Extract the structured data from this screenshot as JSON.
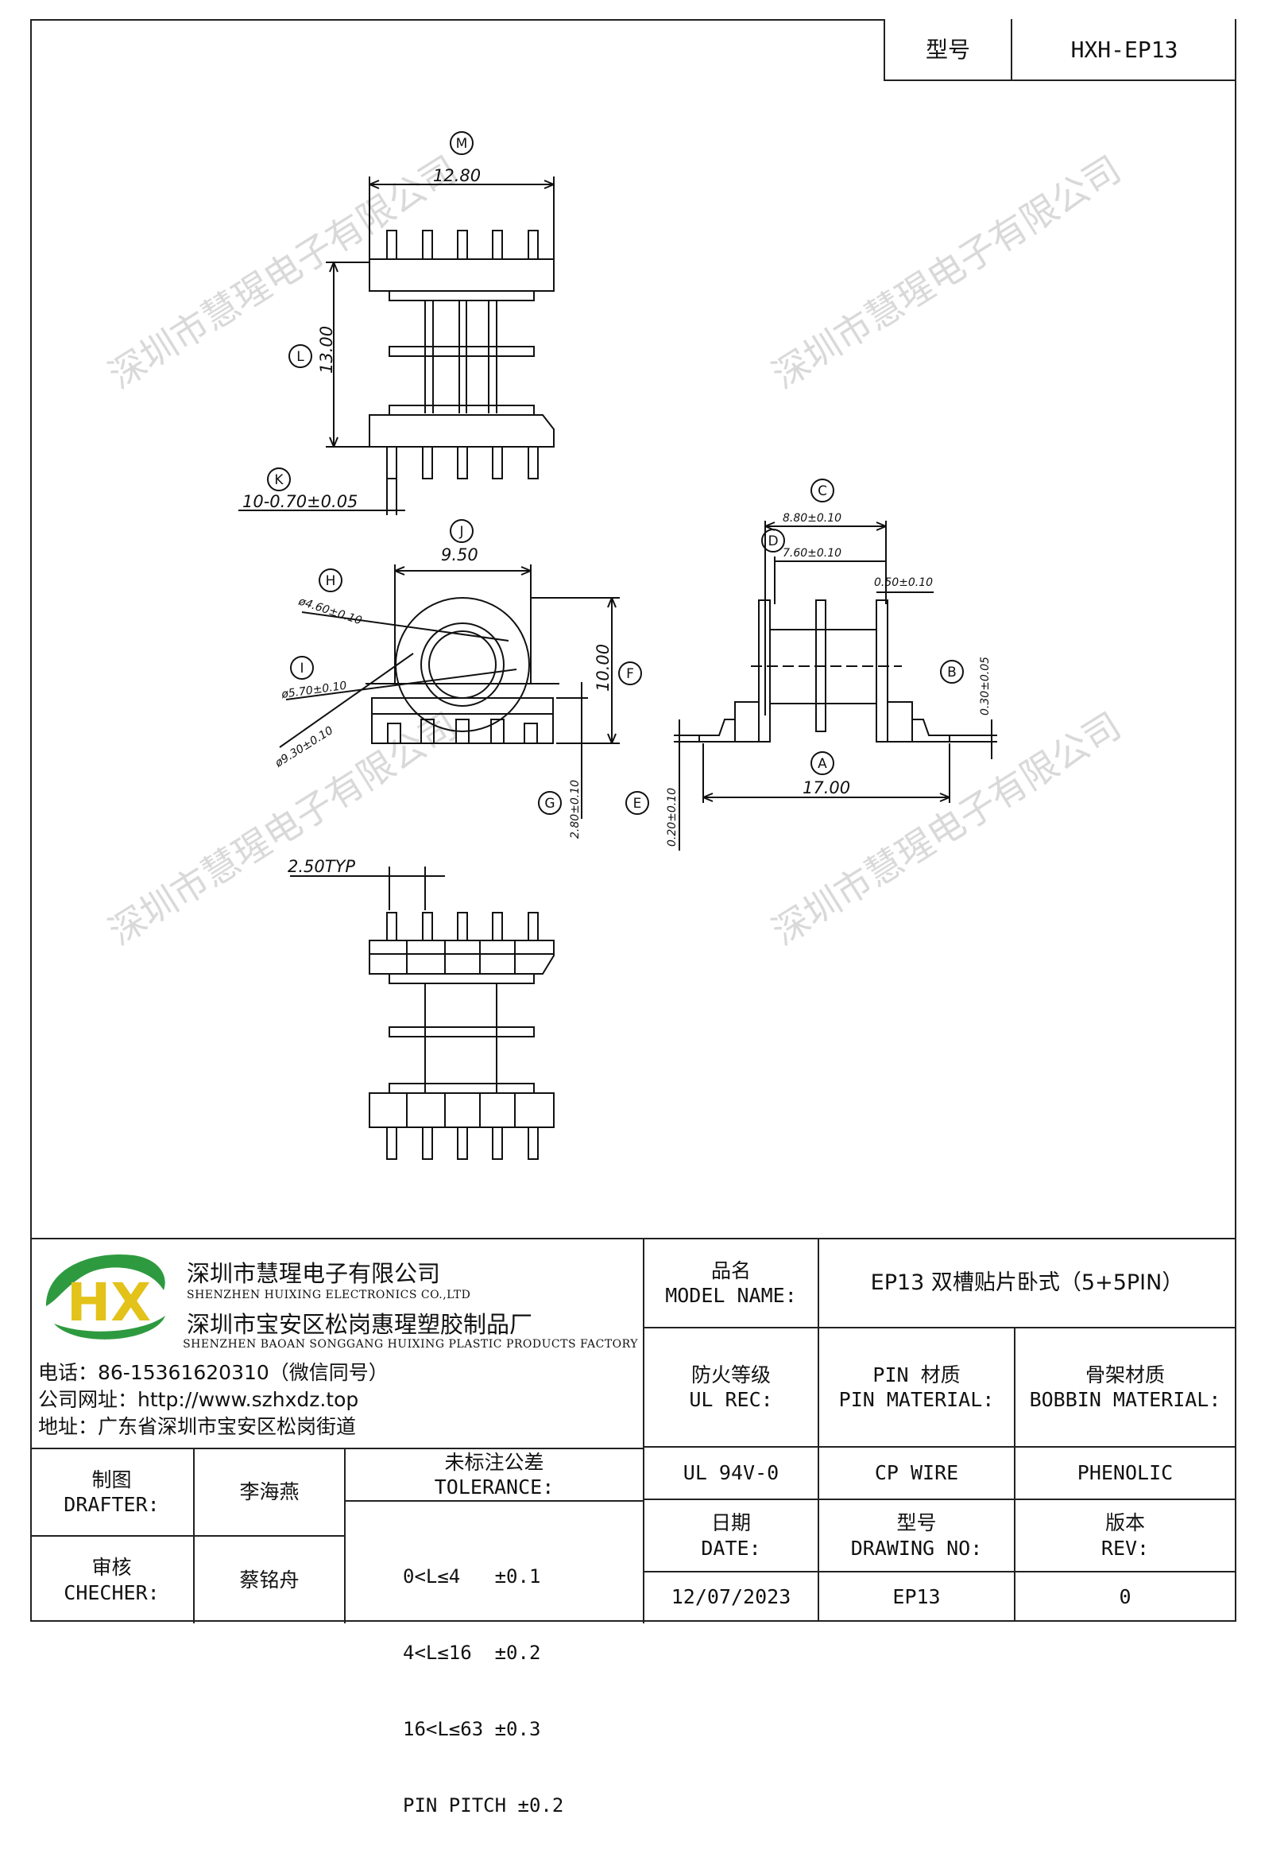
{
  "header": {
    "model_label": "型号",
    "model_value": "HXH-EP13"
  },
  "drawing": {
    "labels": {
      "M": "M",
      "L": "L",
      "K": "K",
      "J": "J",
      "H": "H",
      "I": "I",
      "F": "F",
      "G": "G",
      "C": "C",
      "D": "D",
      "B": "B",
      "A": "A",
      "E": "E"
    },
    "dims": {
      "M": "12.80",
      "L": "13.00",
      "K": "10-0.70±0.05",
      "J": "9.50",
      "H": "ø4.60±0.10",
      "I": "ø5.70±0.10",
      "N": "ø9.30±0.10",
      "F": "10.00",
      "G": "2.80±0.10",
      "C": "8.80±0.10",
      "D": "7.60±0.10",
      "gap": "0.50±0.10",
      "B": "0.30±0.05",
      "A": "17.00",
      "E": "0.20±0.10",
      "typ": "2.50TYP"
    },
    "watermark": "深圳市慧瑆电子有限公司"
  },
  "company": {
    "name_cn": "深圳市慧瑆电子有限公司",
    "name_en": "SHENZHEN HUIXING ELECTRONICS CO.,LTD",
    "factory_cn": "深圳市宝安区松岗惠瑆塑胶制品厂",
    "factory_en": "SHENZHEN BAOAN SONGGANG HUIXING PLASTIC PRODUCTS FACTORY",
    "phone": "电话：86-15361620310（微信同号）",
    "website": "公司网址：http://www.szhxdz.top",
    "address": "地址：广东省深圳市宝安区松岗街道",
    "logo_text": "HX",
    "colors": {
      "logo_green": "#2e9a3f",
      "logo_yellow": "#e3c21a"
    }
  },
  "title_block": {
    "product_name_label_cn": "品名",
    "product_name_label_en": "MODEL NAME:",
    "product_name_value": "EP13 双槽贴片卧式（5+5PIN）",
    "fire_label_cn": "防火等级",
    "fire_label_en": "UL REC:",
    "pin_label_cn": "PIN 材质",
    "pin_label_en": "PIN MATERIAL:",
    "bobbin_label_cn": "骨架材质",
    "bobbin_label_en": "BOBBIN MATERIAL:",
    "fire_value": "UL 94V-0",
    "pin_value": "CP WIRE",
    "bobbin_value": "PHENOLIC",
    "date_label_cn": "日期",
    "date_label_en": "DATE:",
    "drawing_no_label_cn": "型号",
    "drawing_no_label_en": "DRAWING NO:",
    "rev_label_cn": "版本",
    "rev_label_en": "REV:",
    "date_value": "12/07/2023",
    "drawing_no_value": "EP13",
    "rev_value": "0",
    "drafter_label_cn": "制图",
    "drafter_label_en": "DRAFTER:",
    "drafter_value": "李海燕",
    "checker_label_cn": "审核",
    "checker_label_en": "CHECHER:",
    "checker_value": "蔡铭舟",
    "tolerance_label_cn": "未标注公差",
    "tolerance_label_en": "TOLERANCE:",
    "tolerances": [
      "0<L≤4   ±0.1",
      "4<L≤16  ±0.2",
      "16<L≤63 ±0.3",
      "PIN PITCH ±0.2"
    ]
  }
}
